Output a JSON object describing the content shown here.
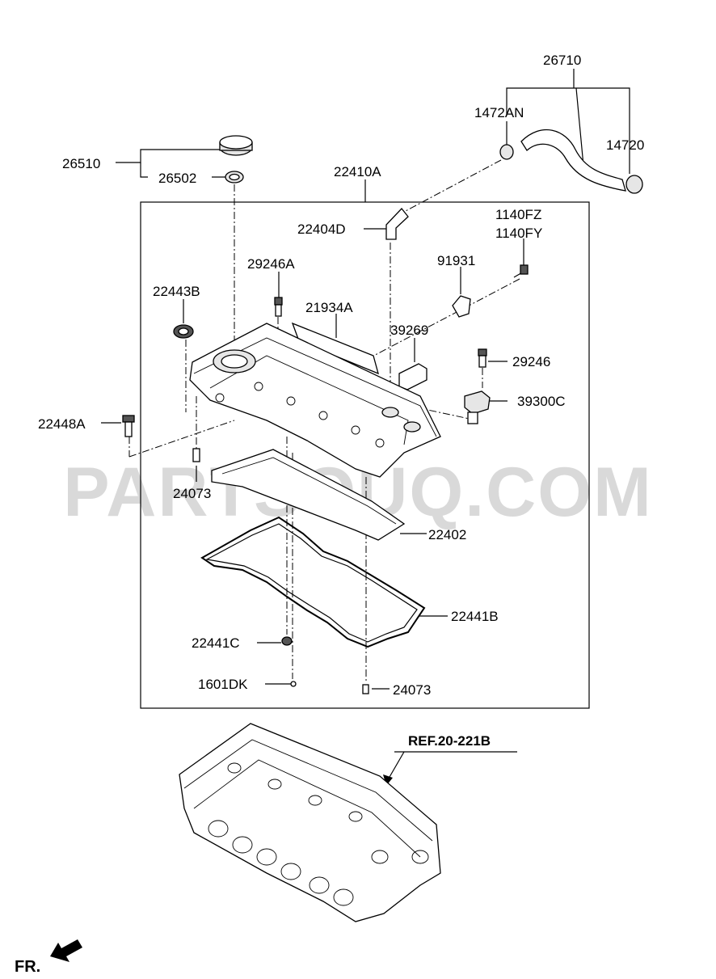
{
  "watermark": "PARTSOUQ.COM",
  "direction_label": "FR.",
  "reference": "REF.20-221B",
  "callouts": {
    "c26710": "26710",
    "c1472AN": "1472AN",
    "c14720": "14720",
    "c26510": "26510",
    "c26502": "26502",
    "c22410A": "22410A",
    "c22404D": "22404D",
    "c1140FZ": "1140FZ",
    "c1140FY": "1140FY",
    "c29246A": "29246A",
    "c91931": "91931",
    "c22443B": "22443B",
    "c21934A": "21934A",
    "c39269": "39269",
    "c29246": "29246",
    "c39300C": "39300C",
    "c22448A": "22448A",
    "c24073a": "24073",
    "c22402": "22402",
    "c22441B": "22441B",
    "c22441C": "22441C",
    "c1601DK": "1601DK",
    "c24073b": "24073"
  }
}
